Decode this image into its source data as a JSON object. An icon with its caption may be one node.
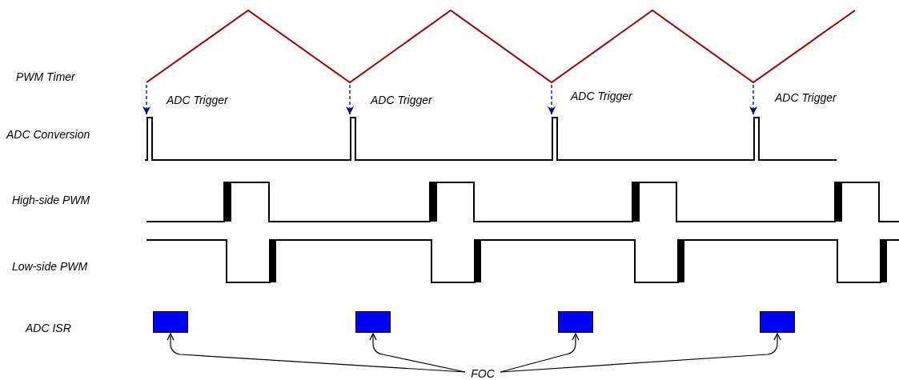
{
  "diagram": {
    "nodes": [
      {
        "text": [],
        "shape": "box"
      },
      {
        "text": [],
        "shape": "box"
      },
      {
        "text": [],
        "shape": "box"
      },
      {
        "text": [],
        "shape": "box"
      },
      {
        "text": [
          "FOC"
        ]
      }
    ],
    "edges": [
      {
        "from": 4,
        "to": 0,
        "arrow": "to"
      },
      {
        "from": 4,
        "to": 1,
        "arrow": "to"
      },
      {
        "from": 4,
        "to": 2,
        "arrow": "to"
      },
      {
        "from": 4,
        "to": 3,
        "arrow": "to"
      }
    ],
    "labels": [
      "PWM Timer",
      "ADC Trigger",
      "ADC Trigger",
      "ADC Trigger",
      "ADC Trigger",
      "ADC Conversion",
      "High-side PWM",
      "Low-side PWM",
      "ADC ISR"
    ]
  }
}
